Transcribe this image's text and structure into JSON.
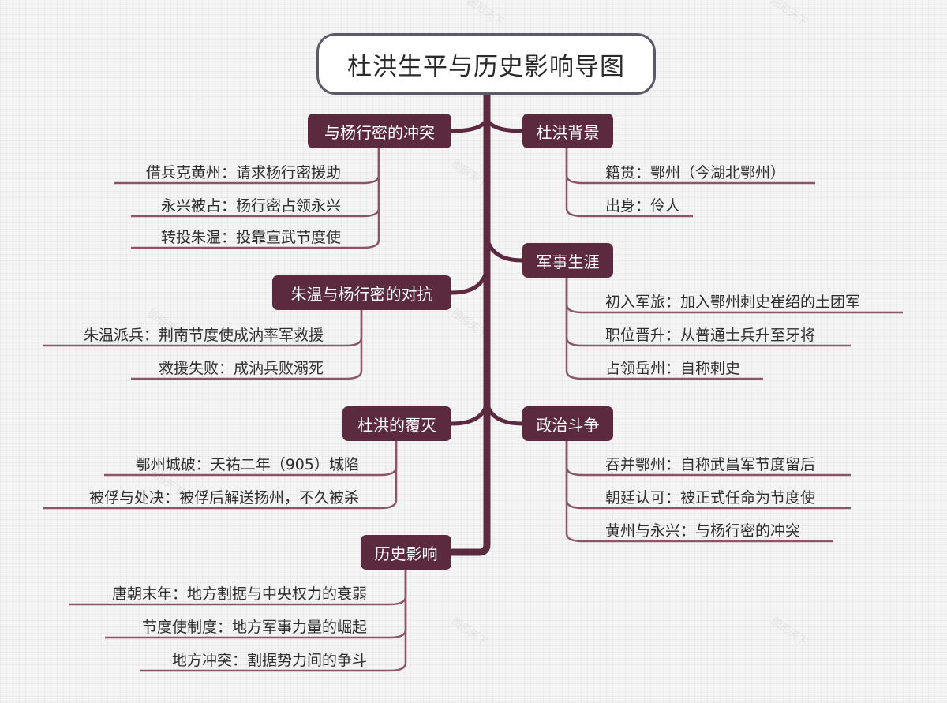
{
  "root": {
    "title": "杜洪生平与历史影响导图"
  },
  "branches": {
    "bg": {
      "label": "杜洪背景",
      "items": [
        "籍贯：鄂州（今湖北鄂州）",
        "出身：伶人"
      ]
    },
    "military": {
      "label": "军事生涯",
      "items": [
        "初入军旅：加入鄂州刺史崔绍的土团军",
        "职位晋升：从普通士兵升至牙将",
        "占领岳州：自称刺史"
      ]
    },
    "politics": {
      "label": "政治斗争",
      "items": [
        "吞并鄂州：自称武昌军节度留后",
        "朝廷认可：被正式任命为节度使",
        "黄州与永兴：与杨行密的冲突"
      ]
    },
    "conflict": {
      "label": "与杨行密的冲突",
      "items": [
        "借兵克黄州：请求杨行密援助",
        "永兴被占：杨行密占领永兴",
        "转投朱温：投靠宣武节度使"
      ]
    },
    "zhuwen": {
      "label": "朱温与杨行密的对抗",
      "items": [
        "朱温派兵：荆南节度使成汭率军救援",
        "救援失败：成汭兵败溺死"
      ]
    },
    "fall": {
      "label": "杜洪的覆灭",
      "items": [
        "鄂州城破：天祐二年（905）城陷",
        "被俘与处决：被俘后解送扬州，不久被杀"
      ]
    },
    "impact": {
      "label": "历史影响",
      "items": [
        "唐朝末年：地方割据与中央权力的衰弱",
        "节度使制度：地方军事力量的崛起",
        "地方冲突：割据势力间的争斗"
      ]
    }
  },
  "watermark": "图形天下",
  "colors": {
    "branch": "#5c2a3e",
    "line": "#5c2a3e",
    "leafLine": "#8a5566",
    "rootBorder": "#5b5a66"
  }
}
